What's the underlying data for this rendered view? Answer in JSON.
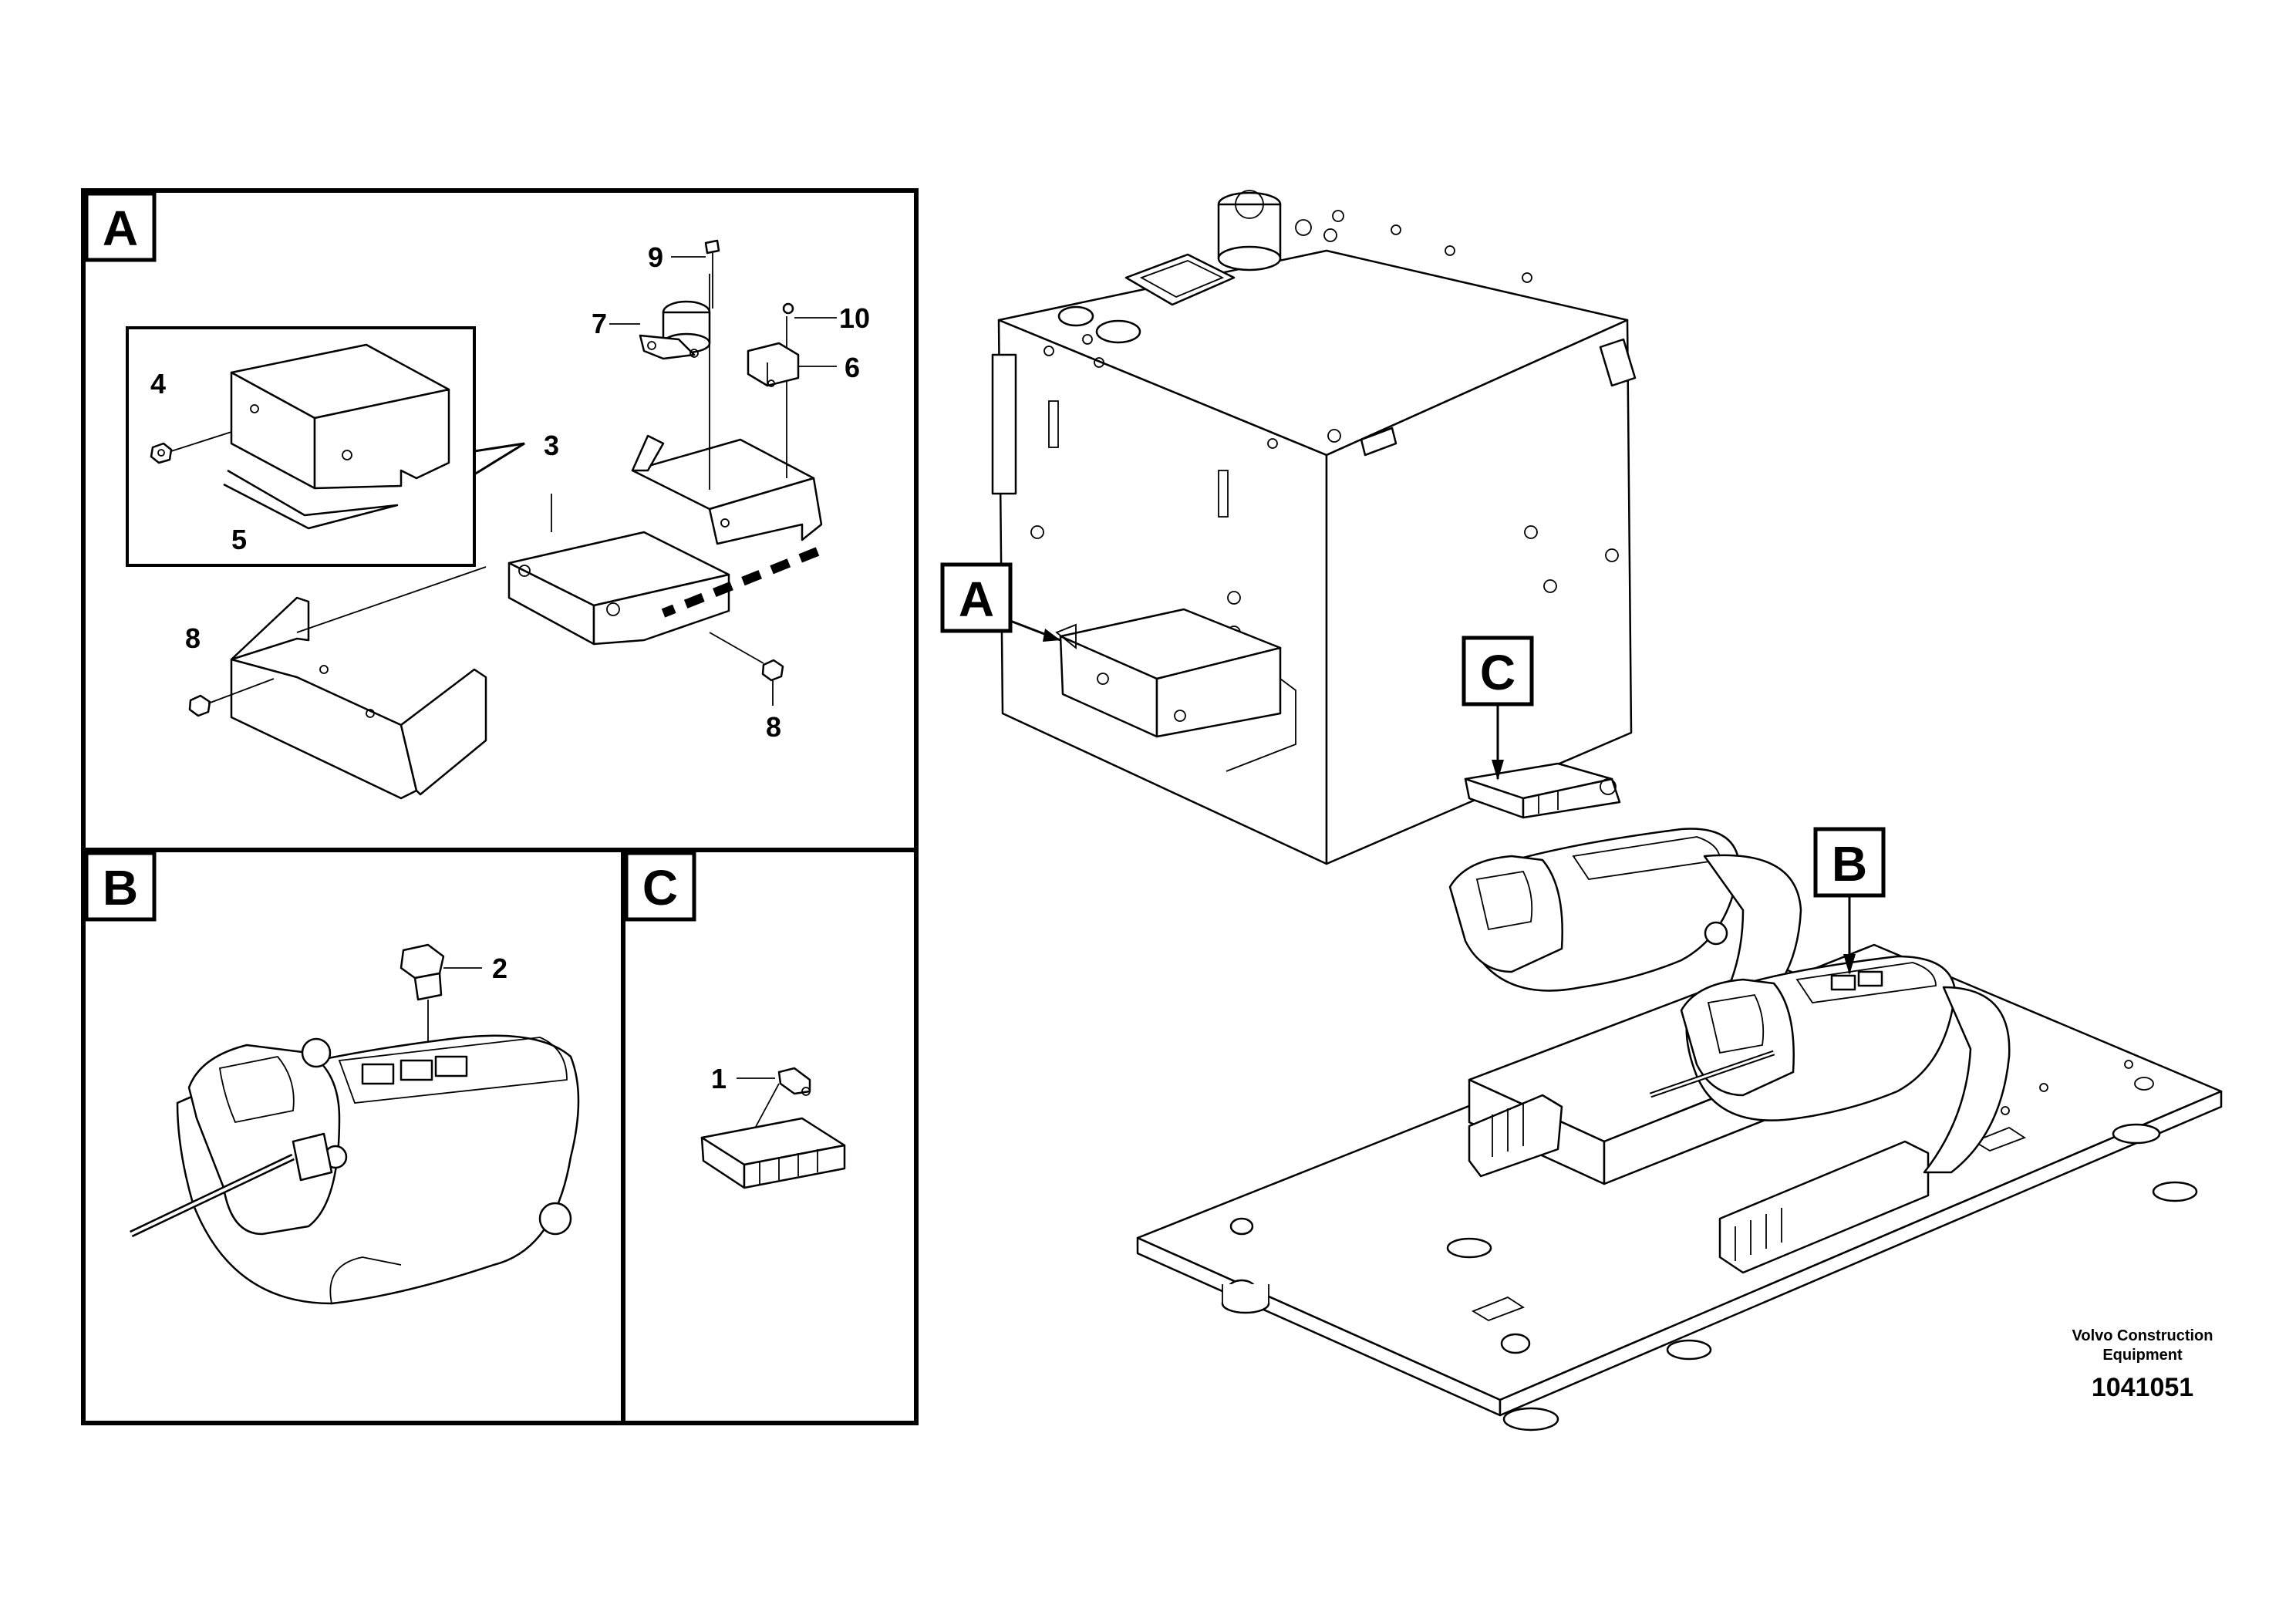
{
  "panels": [
    {
      "id": "A",
      "label": "A"
    },
    {
      "id": "B",
      "label": "B"
    },
    {
      "id": "C",
      "label": "C"
    }
  ],
  "overview_labels": {
    "a": "A",
    "b": "B",
    "c": "C"
  },
  "callouts": {
    "p1": "1",
    "p2": "2",
    "p3": "3",
    "p4": "4",
    "p5": "5",
    "p6": "6",
    "p7": "7",
    "p8a": "8",
    "p8b": "8",
    "p9": "9",
    "p10": "10"
  },
  "footer": {
    "brand_line1": "Volvo Construction",
    "brand_line2": "Equipment",
    "doc_number": "1041051"
  }
}
